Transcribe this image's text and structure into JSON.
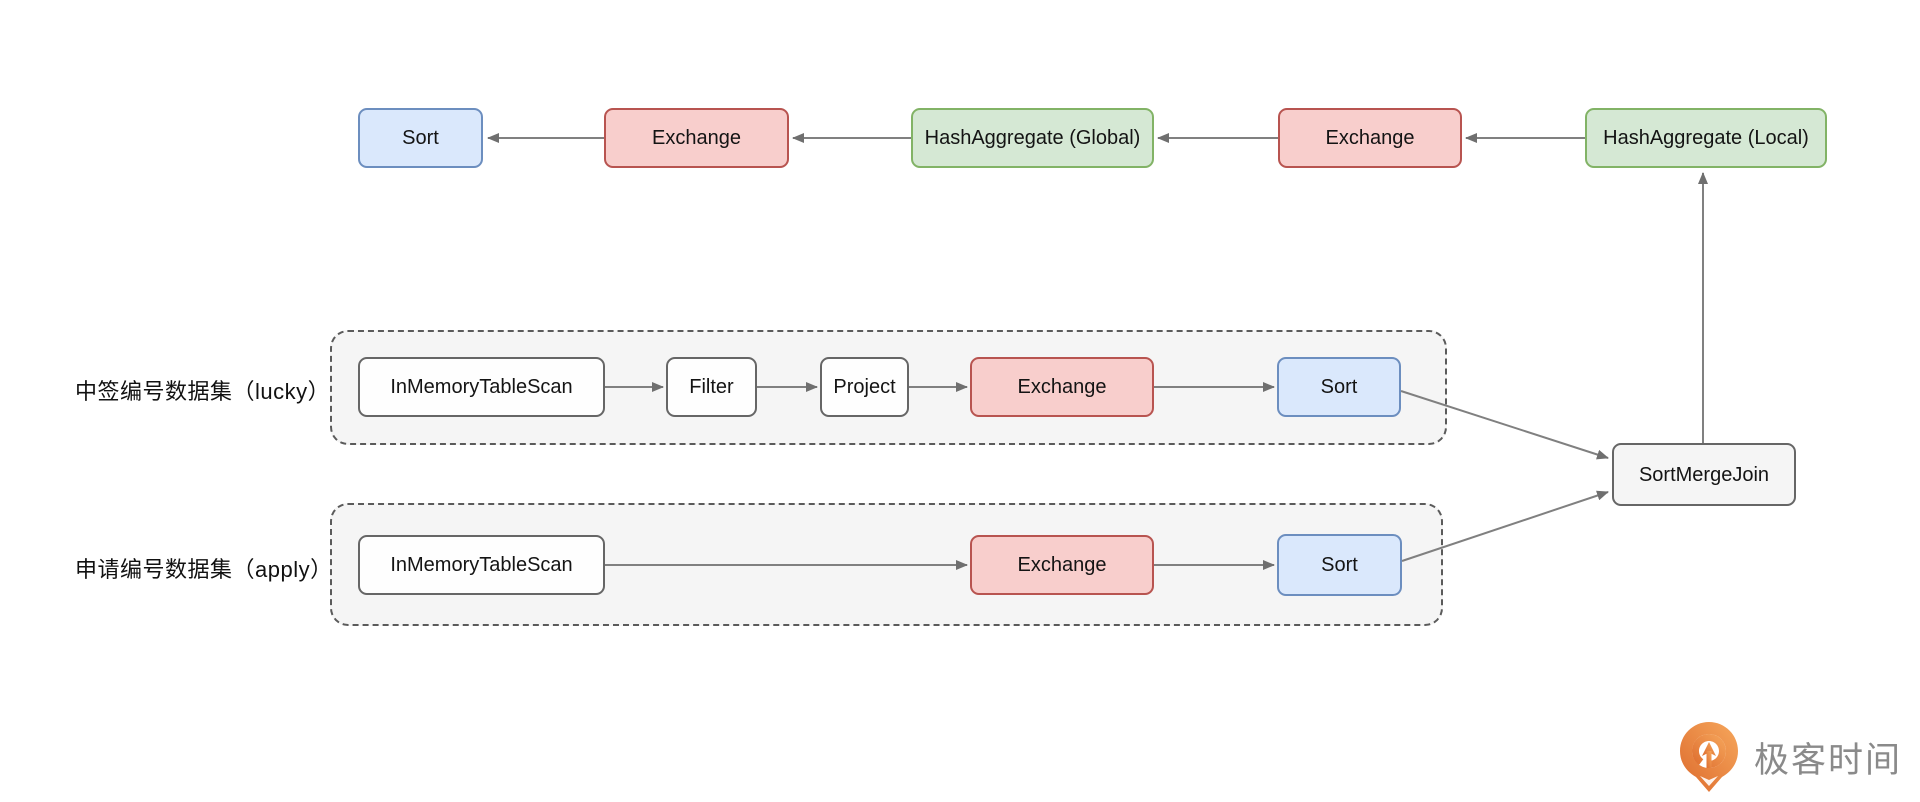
{
  "diagram": {
    "top_row": {
      "sort_label": "Sort",
      "exchange_left_label": "Exchange",
      "hash_aggregate_global_label": "HashAggregate (Global)",
      "exchange_right_label": "Exchange",
      "hash_aggregate_local_label": "HashAggregate (Local)"
    },
    "lucky_group": {
      "label": "中签编号数据集（lucky）",
      "in_memory_table_scan_label": "InMemoryTableScan",
      "filter_label": "Filter",
      "project_label": "Project",
      "exchange_label": "Exchange",
      "sort_label": "Sort"
    },
    "apply_group": {
      "label": "申请编号数据集（apply）",
      "in_memory_table_scan_label": "InMemoryTableScan",
      "exchange_label": "Exchange",
      "sort_label": "Sort"
    },
    "sort_merge_join_label": "SortMergeJoin",
    "edges": [
      {
        "from": "top.exchange_left",
        "to": "top.sort"
      },
      {
        "from": "top.hash_aggregate_global",
        "to": "top.exchange_left"
      },
      {
        "from": "top.exchange_right",
        "to": "top.hash_aggregate_global"
      },
      {
        "from": "top.hash_aggregate_local",
        "to": "top.exchange_right"
      },
      {
        "from": "lucky.in_memory_table_scan",
        "to": "lucky.filter"
      },
      {
        "from": "lucky.filter",
        "to": "lucky.project"
      },
      {
        "from": "lucky.project",
        "to": "lucky.exchange"
      },
      {
        "from": "lucky.exchange",
        "to": "lucky.sort"
      },
      {
        "from": "lucky.sort",
        "to": "sort_merge_join"
      },
      {
        "from": "apply.in_memory_table_scan",
        "to": "apply.exchange"
      },
      {
        "from": "apply.exchange",
        "to": "apply.sort"
      },
      {
        "from": "apply.sort",
        "to": "sort_merge_join"
      },
      {
        "from": "sort_merge_join",
        "to": "top.hash_aggregate_local"
      }
    ]
  },
  "colors": {
    "node_blue_fill": "#dae8fc",
    "node_blue_border": "#6c8ebf",
    "node_red_fill": "#f8cecc",
    "node_red_border": "#b85450",
    "node_green_fill": "#d5e8d4",
    "node_green_border": "#82b366",
    "node_plain_fill": "#fefefe",
    "node_plain_border": "#666666",
    "group_fill": "#f5f5f5",
    "group_border": "#5b5b5b",
    "arrow": "#808080"
  },
  "logo": {
    "text": "极客时间",
    "icon": "geektime-logo-icon",
    "orange": "#ED7B35",
    "text_color": "#8a8a8a"
  }
}
